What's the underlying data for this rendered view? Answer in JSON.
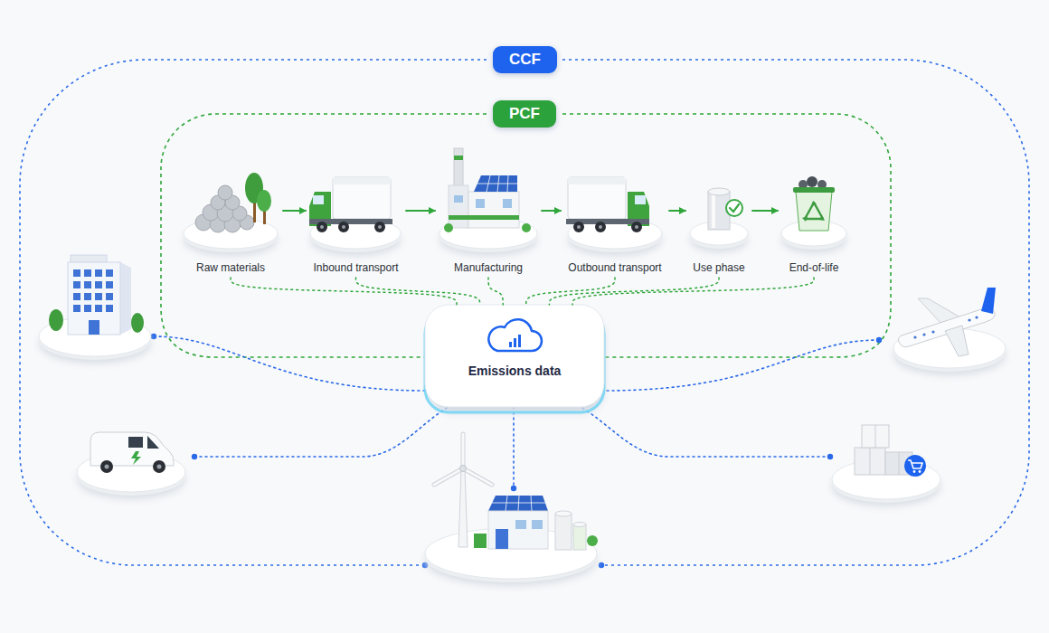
{
  "diagram": {
    "nodes": [
      {
        "text": [
          "CCF"
        ]
      },
      {
        "text": [
          "PCF"
        ]
      },
      {
        "text": [
          "Raw materials"
        ]
      },
      {
        "text": [
          "Inbound transport"
        ]
      },
      {
        "text": [
          "Manufacturing"
        ]
      },
      {
        "text": [
          "Outbound transport"
        ]
      },
      {
        "text": [
          "Use phase"
        ]
      },
      {
        "text": [
          "End-of-life"
        ]
      },
      {
        "text": [
          "Emissions data"
        ]
      }
    ],
    "edges": [
      {
        "from": 2,
        "to": 3,
        "arrow": "to"
      },
      {
        "from": 3,
        "to": 4,
        "arrow": "to"
      },
      {
        "from": 4,
        "to": 5,
        "arrow": "to"
      },
      {
        "from": 5,
        "to": 6,
        "arrow": "to"
      },
      {
        "from": 6,
        "to": 7,
        "arrow": "to"
      },
      {
        "from": 2,
        "to": 8,
        "arrow": "none"
      },
      {
        "from": 3,
        "to": 8,
        "arrow": "none"
      },
      {
        "from": 4,
        "to": 8,
        "arrow": "none"
      },
      {
        "from": 5,
        "to": 8,
        "arrow": "none"
      },
      {
        "from": 6,
        "to": 8,
        "arrow": "none"
      },
      {
        "from": 7,
        "to": 8,
        "arrow": "none"
      }
    ]
  }
}
